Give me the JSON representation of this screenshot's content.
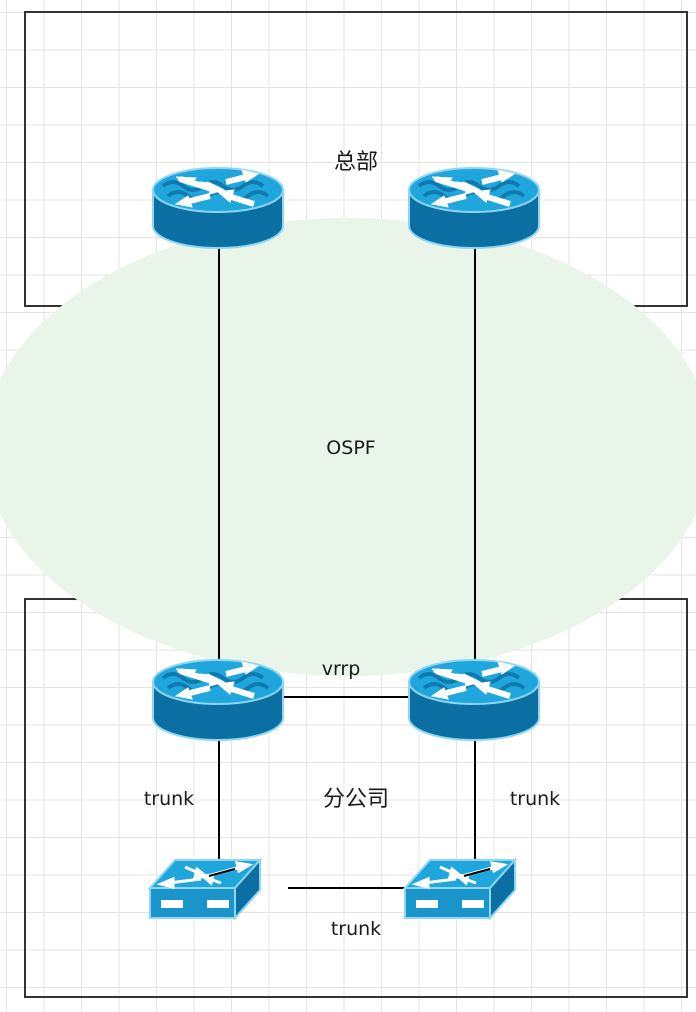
{
  "diagram": {
    "regions": {
      "headquarters": {
        "label": "总部"
      },
      "branch": {
        "label": "分公司"
      },
      "ospf_area": {
        "label": "OSPF",
        "fill": "#eaf5ea"
      }
    },
    "devices": [
      {
        "id": "hq-router-left",
        "type": "router"
      },
      {
        "id": "hq-router-right",
        "type": "router"
      },
      {
        "id": "branch-router-left",
        "type": "router"
      },
      {
        "id": "branch-router-right",
        "type": "router"
      },
      {
        "id": "branch-switch-left",
        "type": "switch"
      },
      {
        "id": "branch-switch-right",
        "type": "switch"
      }
    ],
    "links": [
      {
        "from": "hq-router-left",
        "to": "branch-router-left",
        "label": ""
      },
      {
        "from": "hq-router-right",
        "to": "branch-router-right",
        "label": ""
      },
      {
        "from": "branch-router-left",
        "to": "branch-router-right",
        "label": "vrrp"
      },
      {
        "from": "branch-router-left",
        "to": "branch-switch-left",
        "label": "trunk"
      },
      {
        "from": "branch-router-right",
        "to": "branch-switch-right",
        "label": "trunk"
      },
      {
        "from": "branch-switch-left",
        "to": "branch-switch-right",
        "label": "trunk"
      }
    ],
    "colors": {
      "device_blue": "#0b6fa4",
      "device_top": "#1ea6dd",
      "device_highlight": "#8fd6f2",
      "line": "#000000",
      "box_border": "#333333"
    }
  }
}
